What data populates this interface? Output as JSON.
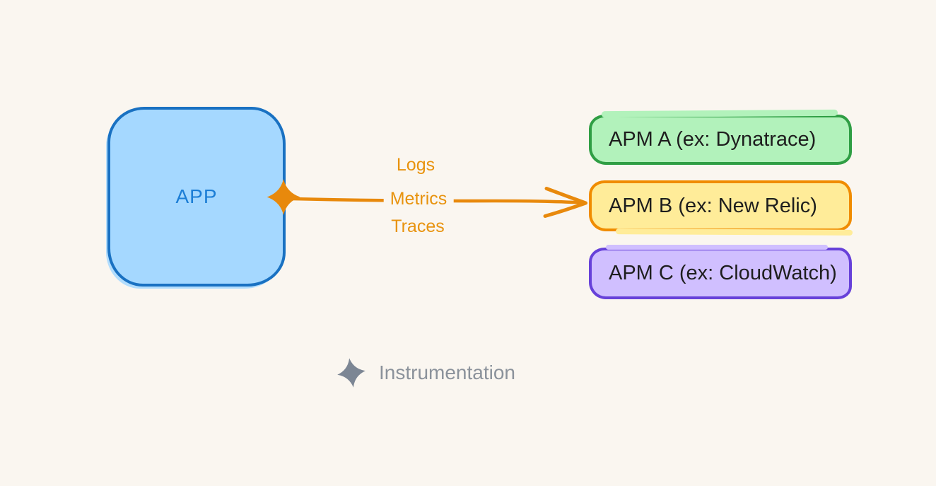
{
  "diagram": {
    "background_color": "#faf6f0",
    "app_node": {
      "label": "APP",
      "fill": "#a5d8ff",
      "stroke": "#1971c2",
      "text_color": "#1c7ed6"
    },
    "apm_nodes": [
      {
        "label": "APM A (ex: Dynatrace)",
        "fill": "#b2f2bb",
        "stroke": "#2f9e44"
      },
      {
        "label": "APM B (ex: New Relic)",
        "fill": "#ffec99",
        "stroke": "#f08c00"
      },
      {
        "label": "APM C (ex: CloudWatch)",
        "fill": "#d0bfff",
        "stroke": "#6741d9"
      }
    ],
    "connector": {
      "labels": [
        "Logs",
        "Metrics",
        "Traces"
      ],
      "stroke_color": "#e8890c",
      "label_color": "#e8930e",
      "marker_start": "diamond",
      "marker_end": "arrow",
      "from": "APP",
      "to": "APM B (ex: New Relic)"
    },
    "legend": {
      "icon": "diamond-icon",
      "label": "Instrumentation",
      "text_color": "#8b929b",
      "icon_color": "#7c8694"
    }
  }
}
